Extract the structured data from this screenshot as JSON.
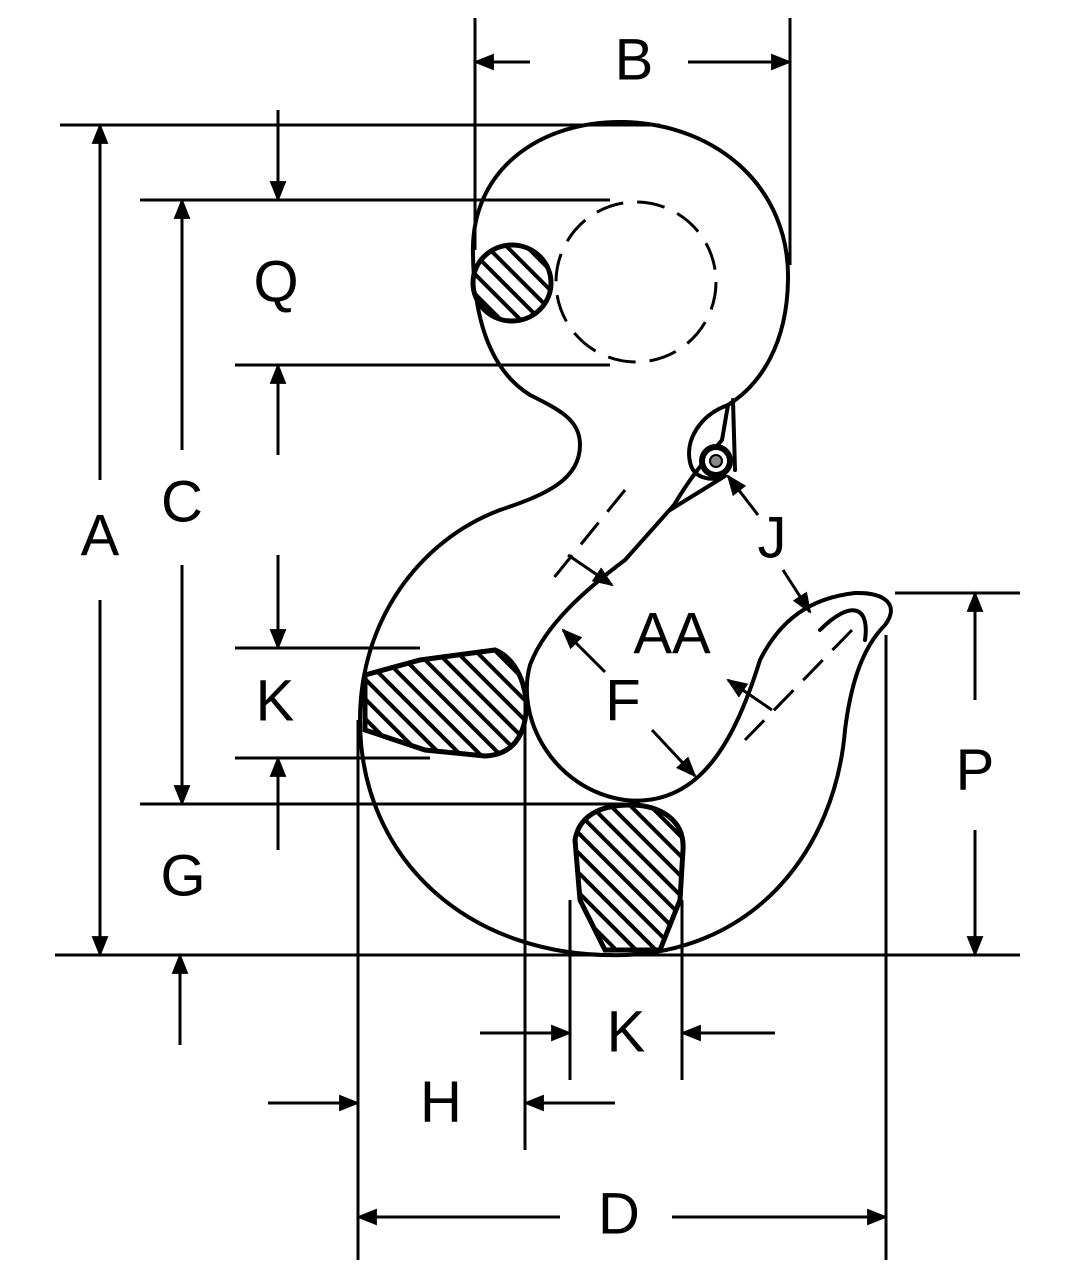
{
  "labels": {
    "A": "A",
    "B": "B",
    "C": "C",
    "D": "D",
    "F": "F",
    "G": "G",
    "H": "H",
    "J": "J",
    "K_left": "K",
    "K_bottom": "K",
    "P": "P",
    "Q": "Q",
    "AA": "AA"
  }
}
